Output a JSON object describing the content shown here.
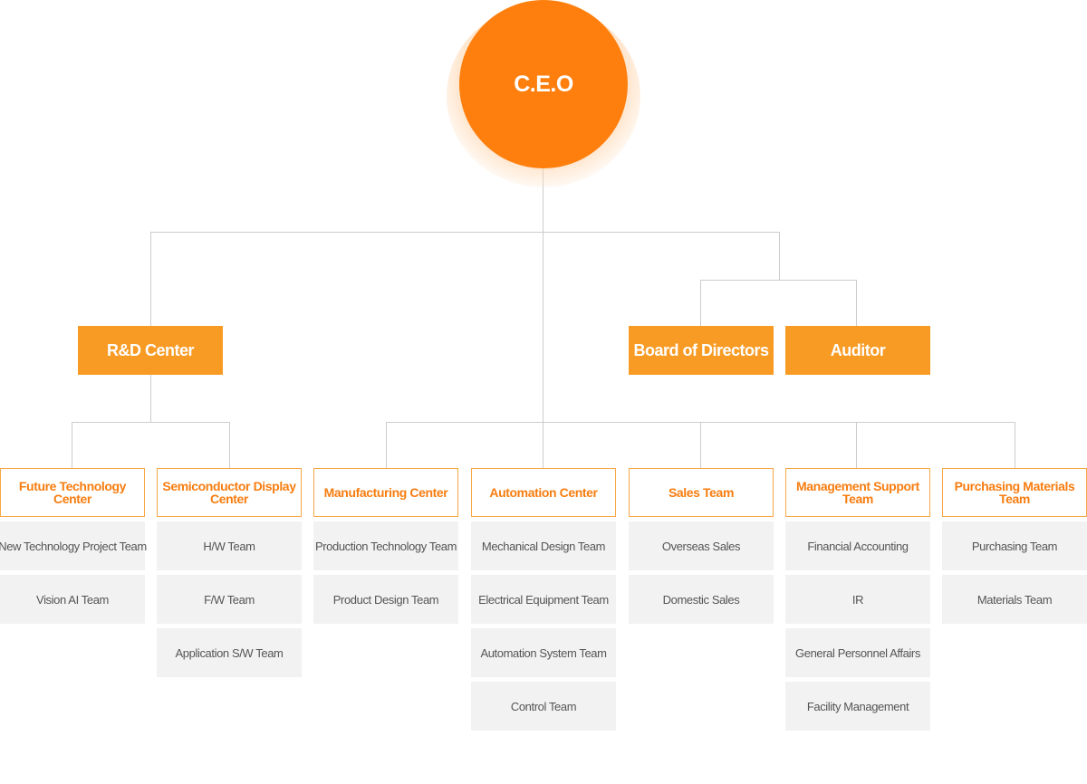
{
  "ceo": "C.E.O",
  "rd_center": "R&D Center",
  "board": "Board of Directors",
  "auditor": "Auditor",
  "departments": [
    {
      "name": "Future Technology Center",
      "teams": [
        "New Technology Project Team",
        "Vision AI Team"
      ]
    },
    {
      "name": "Semiconductor Display Center",
      "teams": [
        "H/W Team",
        "F/W Team",
        "Application S/W Team"
      ]
    },
    {
      "name": "Manufacturing Center",
      "teams": [
        "Production Technology Team",
        "Product Design Team"
      ]
    },
    {
      "name": "Automation Center",
      "teams": [
        "Mechanical Design Team",
        "Electrical Equipment Team",
        "Automation System Team",
        "Control Team"
      ]
    },
    {
      "name": "Sales Team",
      "teams": [
        "Overseas Sales",
        "Domestic Sales"
      ]
    },
    {
      "name": "Management Support Team",
      "teams": [
        "Financial Accounting",
        "IR",
        "General Personnel Affairs",
        "Facility Management"
      ]
    },
    {
      "name": "Purchasing Materials Team",
      "teams": [
        "Purchasing Team",
        "Materials Team"
      ]
    }
  ],
  "colors": {
    "ceo": "#fe7f0d",
    "mid_box": "#f89b24",
    "dept_border": "#f7a745",
    "dept_text": "#f77d10",
    "team_bg": "#f2f2f2",
    "connector": "#cccccc"
  }
}
